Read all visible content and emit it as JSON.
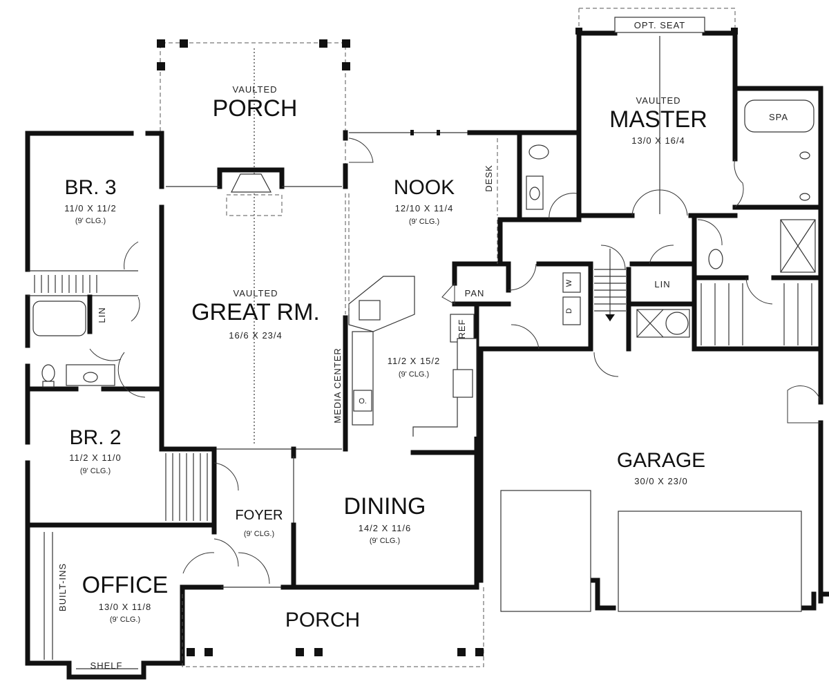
{
  "rooms": {
    "porch_rear": {
      "note": "VAULTED",
      "name": "PORCH"
    },
    "br3": {
      "name": "BR. 3",
      "size": "11/0 X 11/2",
      "clg": "(9' CLG.)"
    },
    "great": {
      "note": "VAULTED",
      "name": "GREAT RM.",
      "size": "16/6 X 23/4"
    },
    "nook": {
      "name": "NOOK",
      "size": "12/10 X 11/4",
      "clg": "(9' CLG.)"
    },
    "master": {
      "note": "VAULTED",
      "name": "MASTER",
      "size": "13/0 X 16/4"
    },
    "kitchen": {
      "size": "11/2 X 15/2",
      "clg": "(9' CLG.)"
    },
    "br2": {
      "name": "BR. 2",
      "size": "11/2 X 11/0",
      "clg": "(9' CLG.)"
    },
    "foyer": {
      "name": "FOYER",
      "clg": "(9' CLG.)"
    },
    "dining": {
      "name": "DINING",
      "size": "14/2 X 11/6",
      "clg": "(9' CLG.)"
    },
    "garage": {
      "name": "GARAGE",
      "size": "30/0 X 23/0"
    },
    "office": {
      "name": "OFFICE",
      "size": "13/0 X 11/8",
      "clg": "(9' CLG.)"
    },
    "porch_front": {
      "name": "PORCH"
    }
  },
  "labels": {
    "opt_seat": "OPT. SEAT",
    "spa": "SPA",
    "desk": "DESK",
    "pan": "PAN",
    "ref": "REF",
    "lin_hall": "LIN",
    "lin_bath": "LIN",
    "media_center": "MEDIA CENTER",
    "built_ins": "BUILT-INS",
    "shelf": "SHELF",
    "washer": "W",
    "dryer": "D",
    "oven": "O."
  }
}
